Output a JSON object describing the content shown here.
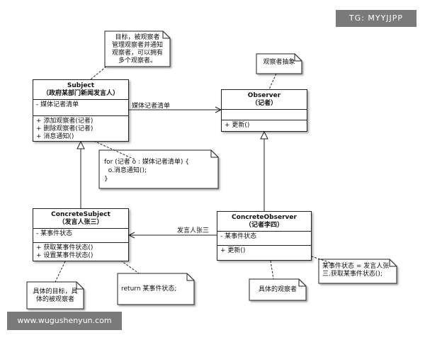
{
  "watermark_top": "TG: MYYJJPP",
  "watermark_bottom": "www.wugushenyun.com",
  "classes": {
    "subject": {
      "name": "Subject",
      "subtitle": "（政府某部门新闻发言人）",
      "attributes": [
        "- 媒体记者清单"
      ],
      "operations": [
        "+ 添加观察者(记者)",
        "+ 删除观察者(记者)",
        "+ 消息通知()"
      ]
    },
    "observer": {
      "name": "Observer",
      "subtitle": "（记者）",
      "attributes": [],
      "operations": [
        "+ 更新()"
      ]
    },
    "concrete_subject": {
      "name": "ConcreteSubject",
      "subtitle": "（发言人张三）",
      "attributes": [
        "- 某事件状态"
      ],
      "operations": [
        "+ 获取某事件状态()",
        "+ 设置某事件状态()"
      ]
    },
    "concrete_observer": {
      "name": "ConcreteObserver",
      "subtitle": "（记者李四）",
      "attributes": [
        "- 某事件状态"
      ],
      "operations": [
        "+ 更新()"
      ]
    }
  },
  "associations": {
    "subject_observer": "媒体记者清单",
    "observer_subject": "发言人张三"
  },
  "notes": {
    "subject_goal": [
      "目标，被观察者",
      "管理观察者并通知",
      "观察者，可以拥有",
      "多个观察者。"
    ],
    "observer_abstract": [
      "观察者抽象"
    ],
    "notify_code": [
      "for (记者 o : 媒体记者清单) {",
      "  o.消息通知();",
      "}"
    ],
    "concrete_subject_desc": [
      "具体的目标，具",
      "体的被观察者"
    ],
    "return_code": [
      "return 某事件状态;"
    ],
    "concrete_observer_desc": [
      "具体的观察者"
    ],
    "update_code": [
      "某事件状态 = 发言人张",
      "三.获取某事件状态();"
    ]
  }
}
